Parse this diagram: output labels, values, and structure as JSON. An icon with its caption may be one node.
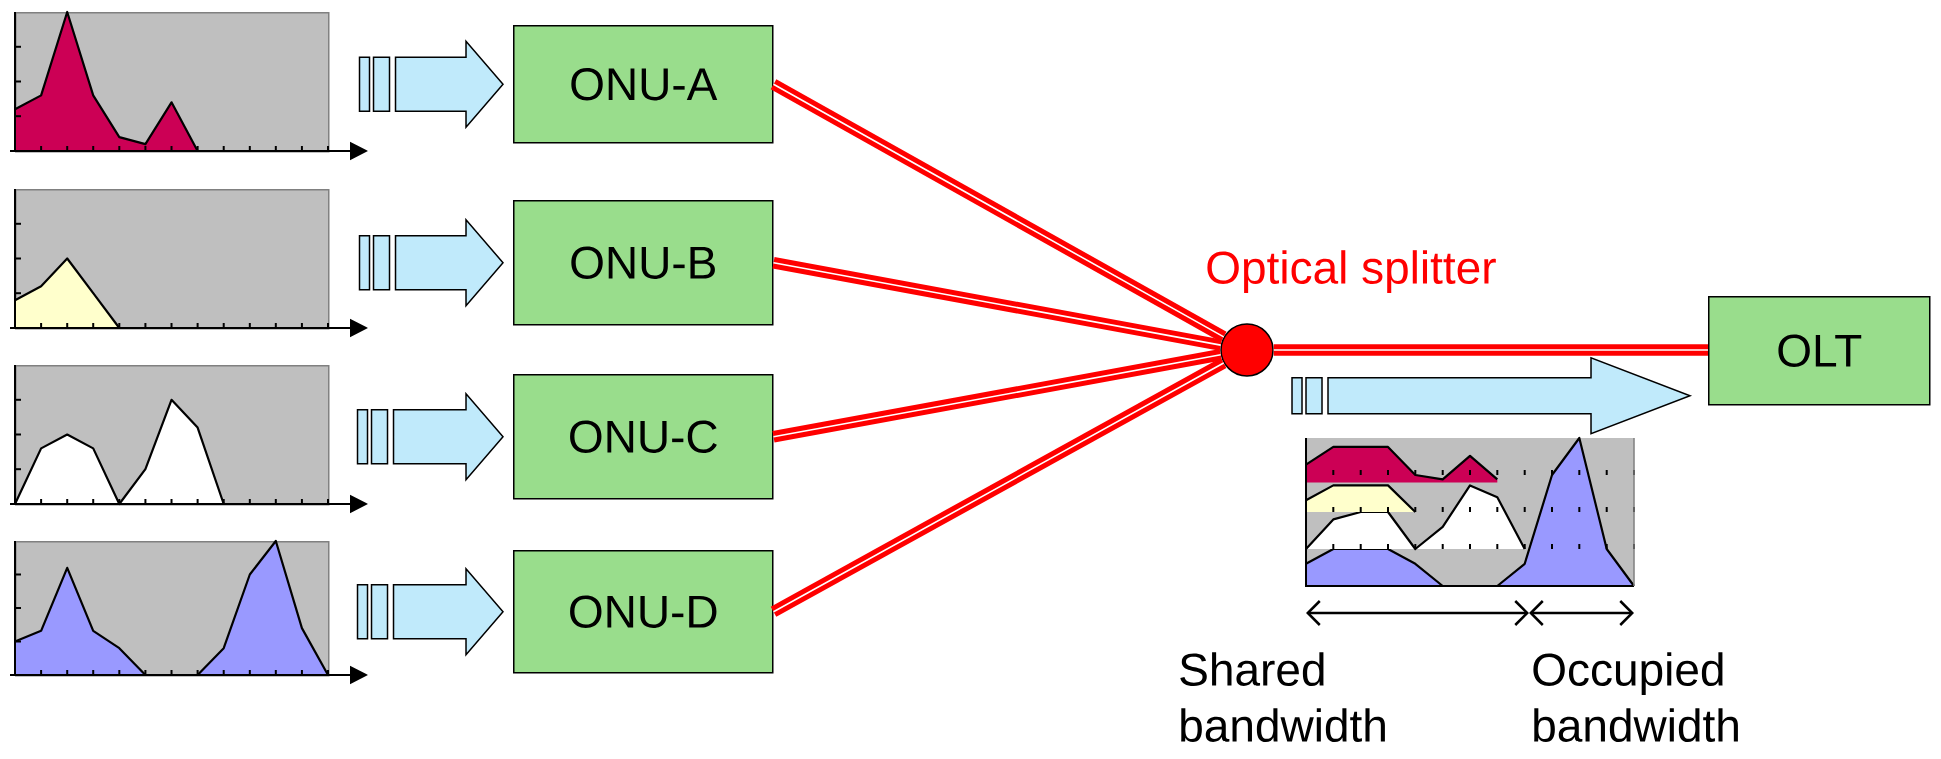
{
  "diagram": {
    "nodes": [
      {
        "text": [],
        "shape": "chart"
      },
      {
        "text": [],
        "shape": "chart"
      },
      {
        "text": [],
        "shape": "chart"
      },
      {
        "text": [],
        "shape": "chart"
      },
      {
        "text": [
          "ONU-A"
        ]
      },
      {
        "text": [
          "ONU-B"
        ]
      },
      {
        "text": [
          "ONU-C"
        ]
      },
      {
        "text": [
          "ONU-D"
        ]
      },
      {
        "text": [
          "Optical splitter"
        ]
      },
      {
        "text": [
          "OLT"
        ]
      }
    ],
    "edges": [
      {
        "from": 0,
        "to": 4,
        "arrow": "to",
        "style": "thick"
      },
      {
        "from": 1,
        "to": 5,
        "arrow": "to",
        "style": "thick"
      },
      {
        "from": 2,
        "to": 6,
        "arrow": "to",
        "style": "thick"
      },
      {
        "from": 3,
        "to": 7,
        "arrow": "to",
        "style": "thick"
      },
      {
        "from": 4,
        "to": 8,
        "arrow": "none",
        "color": "#ff0000"
      },
      {
        "from": 5,
        "to": 8,
        "arrow": "none",
        "color": "#ff0000"
      },
      {
        "from": 6,
        "to": 8,
        "arrow": "none",
        "color": "#ff0000"
      },
      {
        "from": 7,
        "to": 8,
        "arrow": "none",
        "color": "#ff0000"
      },
      {
        "from": 8,
        "to": 9,
        "arrow": "none",
        "color": "#ff0000"
      },
      {
        "from": null,
        "to": 9,
        "arrow": "to",
        "style": "thick"
      }
    ],
    "labels": [
      "Shared bandwidth",
      "Occupied bandwidth"
    ]
  }
}
